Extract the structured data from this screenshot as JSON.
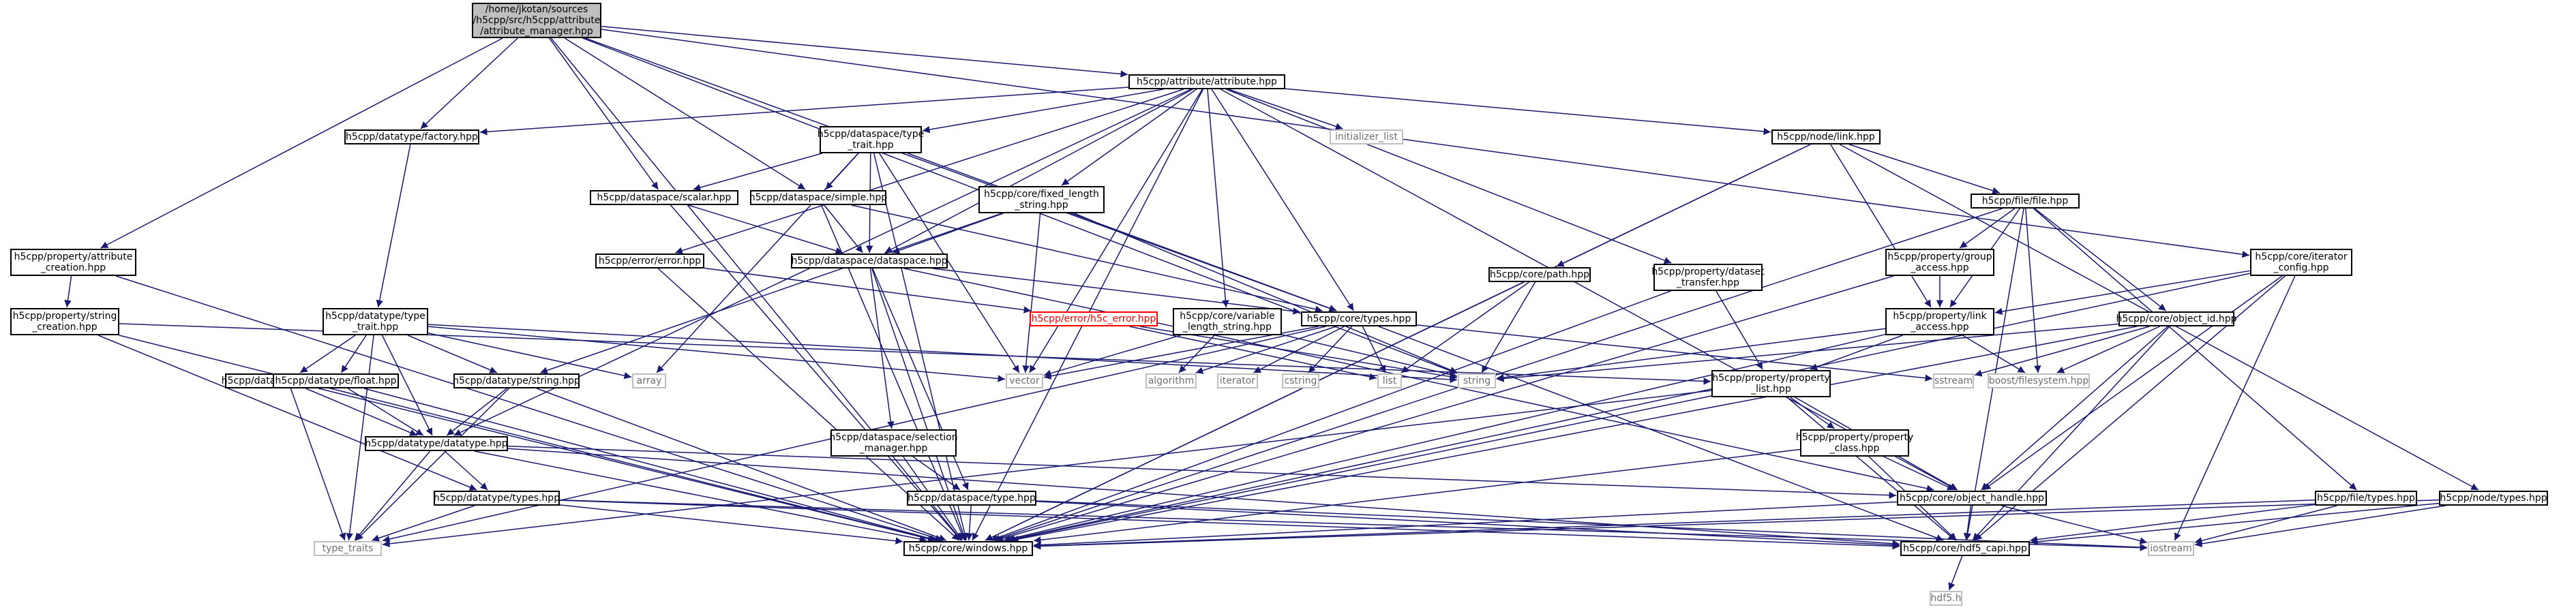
{
  "nodes": [
    {
      "id": "attribute_manager",
      "label": "/home/jkotan/sources\n/h5cpp/src/h5cpp/attribute\n/attribute_manager.hpp",
      "kind": "root"
    },
    {
      "id": "attribute",
      "label": "h5cpp/attribute/attribute.hpp",
      "kind": "link"
    },
    {
      "id": "dt_factory",
      "label": "h5cpp/datatype/factory.hpp",
      "kind": "link"
    },
    {
      "id": "ds_type_trait",
      "label": "h5cpp/dataspace/type\n_trait.hpp",
      "kind": "link"
    },
    {
      "id": "initializer_list",
      "label": "initializer_list",
      "kind": "ext"
    },
    {
      "id": "node_link",
      "label": "h5cpp/node/link.hpp",
      "kind": "link"
    },
    {
      "id": "prop_attr_creation",
      "label": "h5cpp/property/attribute\n_creation.hpp",
      "kind": "link"
    },
    {
      "id": "prop_string_creation",
      "label": "h5cpp/property/string\n_creation.hpp",
      "kind": "link"
    },
    {
      "id": "ds_scalar",
      "label": "h5cpp/dataspace/scalar.hpp",
      "kind": "link"
    },
    {
      "id": "ds_simple",
      "label": "h5cpp/dataspace/simple.hpp",
      "kind": "link"
    },
    {
      "id": "core_fixed_length",
      "label": "h5cpp/core/fixed_length\n_string.hpp",
      "kind": "link"
    },
    {
      "id": "error_error",
      "label": "h5cpp/error/error.hpp",
      "kind": "link"
    },
    {
      "id": "ds_dataspace",
      "label": "h5cpp/dataspace/dataspace.hpp",
      "kind": "link"
    },
    {
      "id": "file_file",
      "label": "h5cpp/file/file.hpp",
      "kind": "link"
    },
    {
      "id": "prop_group_access",
      "label": "h5cpp/property/group\n_access.hpp",
      "kind": "link"
    },
    {
      "id": "core_iterator_config",
      "label": "h5cpp/core/iterator\n_config.hpp",
      "kind": "link"
    },
    {
      "id": "dt_type_trait",
      "label": "h5cpp/datatype/type\n_trait.hpp",
      "kind": "link"
    },
    {
      "id": "h5c_error",
      "label": "h5cpp/error/h5c_error.hpp",
      "kind": "err"
    },
    {
      "id": "core_variable_length",
      "label": "h5cpp/core/variable\n_length_string.hpp",
      "kind": "link"
    },
    {
      "id": "core_types",
      "label": "h5cpp/core/types.hpp",
      "kind": "link"
    },
    {
      "id": "core_path",
      "label": "h5cpp/core/path.hpp",
      "kind": "link"
    },
    {
      "id": "prop_dataset_transfer",
      "label": "h5cpp/property/dataset\n_transfer.hpp",
      "kind": "link"
    },
    {
      "id": "prop_link_access",
      "label": "h5cpp/property/link\n_access.hpp",
      "kind": "link"
    },
    {
      "id": "core_object_id",
      "label": "h5cpp/core/object_id.hpp",
      "kind": "link"
    },
    {
      "id": "dt_integer",
      "label": "h5cpp/datatype/integer.hpp",
      "kind": "link"
    },
    {
      "id": "dt_float",
      "label": "h5cpp/datatype/float.hpp",
      "kind": "link"
    },
    {
      "id": "dt_string",
      "label": "h5cpp/datatype/string.hpp",
      "kind": "link"
    },
    {
      "id": "array",
      "label": "array",
      "kind": "ext"
    },
    {
      "id": "vector",
      "label": "vector",
      "kind": "ext"
    },
    {
      "id": "algorithm",
      "label": "algorithm",
      "kind": "ext"
    },
    {
      "id": "iterator",
      "label": "iterator",
      "kind": "ext"
    },
    {
      "id": "cstring",
      "label": "cstring",
      "kind": "ext"
    },
    {
      "id": "list",
      "label": "list",
      "kind": "ext"
    },
    {
      "id": "string",
      "label": "string",
      "kind": "ext"
    },
    {
      "id": "sstream",
      "label": "sstream",
      "kind": "ext"
    },
    {
      "id": "boost_filesystem",
      "label": "boost/filesystem.hpp",
      "kind": "ext"
    },
    {
      "id": "prop_property_list",
      "label": "h5cpp/property/property\n_list.hpp",
      "kind": "link"
    },
    {
      "id": "dt_datatype",
      "label": "h5cpp/datatype/datatype.hpp",
      "kind": "link"
    },
    {
      "id": "ds_selection_manager",
      "label": "h5cpp/dataspace/selection\n_manager.hpp",
      "kind": "link"
    },
    {
      "id": "prop_property_class",
      "label": "h5cpp/property/property\n_class.hpp",
      "kind": "link"
    },
    {
      "id": "dt_types",
      "label": "h5cpp/datatype/types.hpp",
      "kind": "link"
    },
    {
      "id": "ds_type",
      "label": "h5cpp/dataspace/type.hpp",
      "kind": "link"
    },
    {
      "id": "core_object_handle",
      "label": "h5cpp/core/object_handle.hpp",
      "kind": "link"
    },
    {
      "id": "file_types",
      "label": "h5cpp/file/types.hpp",
      "kind": "link"
    },
    {
      "id": "node_types",
      "label": "h5cpp/node/types.hpp",
      "kind": "link"
    },
    {
      "id": "type_traits",
      "label": "type_traits",
      "kind": "ext"
    },
    {
      "id": "core_windows",
      "label": "h5cpp/core/windows.hpp",
      "kind": "link"
    },
    {
      "id": "core_hdf5_capi",
      "label": "h5cpp/core/hdf5_capi.hpp",
      "kind": "link"
    },
    {
      "id": "iostream",
      "label": "iostream",
      "kind": "ext"
    },
    {
      "id": "hdf5_h",
      "label": "hdf5.h",
      "kind": "ext"
    }
  ],
  "edges": [
    [
      "attribute_manager",
      "attribute"
    ],
    [
      "attribute_manager",
      "dt_factory"
    ],
    [
      "attribute_manager",
      "prop_attr_creation"
    ],
    [
      "attribute_manager",
      "ds_scalar"
    ],
    [
      "attribute_manager",
      "ds_simple"
    ],
    [
      "attribute_manager",
      "core_types"
    ],
    [
      "attribute_manager",
      "core_iterator_config"
    ],
    [
      "attribute_manager",
      "string"
    ],
    [
      "attribute_manager",
      "core_windows"
    ],
    [
      "attribute",
      "dt_factory"
    ],
    [
      "attribute",
      "ds_type_trait"
    ],
    [
      "attribute",
      "initializer_list"
    ],
    [
      "attribute",
      "node_link"
    ],
    [
      "attribute",
      "ds_dataspace"
    ],
    [
      "attribute",
      "core_fixed_length"
    ],
    [
      "attribute",
      "core_variable_length"
    ],
    [
      "attribute",
      "core_types"
    ],
    [
      "attribute",
      "prop_dataset_transfer"
    ],
    [
      "attribute",
      "error_error"
    ],
    [
      "attribute",
      "vector"
    ],
    [
      "attribute",
      "dt_datatype"
    ],
    [
      "attribute",
      "core_object_handle"
    ],
    [
      "attribute",
      "core_windows"
    ],
    [
      "dt_factory",
      "dt_type_trait"
    ],
    [
      "ds_type_trait",
      "ds_scalar"
    ],
    [
      "ds_type_trait",
      "ds_simple"
    ],
    [
      "ds_type_trait",
      "ds_dataspace"
    ],
    [
      "ds_type_trait",
      "core_types"
    ],
    [
      "ds_type_trait",
      "array"
    ],
    [
      "ds_type_trait",
      "vector"
    ],
    [
      "ds_type_trait",
      "core_windows"
    ],
    [
      "node_link",
      "core_path"
    ],
    [
      "node_link",
      "file_file"
    ],
    [
      "node_link",
      "prop_link_access"
    ],
    [
      "node_link",
      "node_types"
    ],
    [
      "node_link",
      "core_windows"
    ],
    [
      "prop_attr_creation",
      "prop_string_creation"
    ],
    [
      "prop_attr_creation",
      "core_windows"
    ],
    [
      "prop_string_creation",
      "dt_types"
    ],
    [
      "prop_string_creation",
      "prop_property_list"
    ],
    [
      "prop_string_creation",
      "core_windows"
    ],
    [
      "ds_scalar",
      "ds_dataspace"
    ],
    [
      "ds_scalar",
      "core_windows"
    ],
    [
      "ds_simple",
      "ds_dataspace"
    ],
    [
      "ds_simple",
      "core_types"
    ],
    [
      "ds_simple",
      "core_windows"
    ],
    [
      "core_fixed_length",
      "ds_dataspace"
    ],
    [
      "core_fixed_length",
      "dt_string"
    ],
    [
      "core_fixed_length",
      "vector"
    ],
    [
      "core_fixed_length",
      "string"
    ],
    [
      "error_error",
      "h5c_error"
    ],
    [
      "error_error",
      "core_windows"
    ],
    [
      "ds_dataspace",
      "core_types"
    ],
    [
      "ds_dataspace",
      "ds_selection_manager"
    ],
    [
      "ds_dataspace",
      "ds_type"
    ],
    [
      "ds_dataspace",
      "core_object_handle"
    ],
    [
      "ds_dataspace",
      "core_windows"
    ],
    [
      "file_file",
      "prop_group_access"
    ],
    [
      "file_file",
      "prop_link_access"
    ],
    [
      "file_file",
      "core_object_id"
    ],
    [
      "file_file",
      "boost_filesystem"
    ],
    [
      "file_file",
      "file_types"
    ],
    [
      "file_file",
      "core_hdf5_capi"
    ],
    [
      "file_file",
      "core_windows"
    ],
    [
      "prop_group_access",
      "prop_link_access"
    ],
    [
      "prop_group_access",
      "core_windows"
    ],
    [
      "core_iterator_config",
      "prop_link_access"
    ],
    [
      "core_iterator_config",
      "core_object_handle"
    ],
    [
      "core_iterator_config",
      "core_hdf5_capi"
    ],
    [
      "core_iterator_config",
      "iostream"
    ],
    [
      "core_iterator_config",
      "core_windows"
    ],
    [
      "dt_type_trait",
      "dt_integer"
    ],
    [
      "dt_type_trait",
      "dt_float"
    ],
    [
      "dt_type_trait",
      "dt_string"
    ],
    [
      "dt_type_trait",
      "dt_datatype"
    ],
    [
      "dt_type_trait",
      "array"
    ],
    [
      "dt_type_trait",
      "vector"
    ],
    [
      "dt_type_trait",
      "string"
    ],
    [
      "dt_type_trait",
      "type_traits"
    ],
    [
      "h5c_error",
      "list"
    ],
    [
      "h5c_error",
      "string"
    ],
    [
      "core_variable_length",
      "vector"
    ],
    [
      "core_variable_length",
      "algorithm"
    ],
    [
      "core_variable_length",
      "string"
    ],
    [
      "core_types",
      "vector"
    ],
    [
      "core_types",
      "algorithm"
    ],
    [
      "core_types",
      "iterator"
    ],
    [
      "core_types",
      "cstring"
    ],
    [
      "core_types",
      "list"
    ],
    [
      "core_types",
      "sstream"
    ],
    [
      "core_types",
      "core_hdf5_capi"
    ],
    [
      "core_types",
      "type_traits"
    ],
    [
      "core_path",
      "list"
    ],
    [
      "core_path",
      "string"
    ],
    [
      "core_path",
      "core_windows"
    ],
    [
      "prop_dataset_transfer",
      "prop_property_list"
    ],
    [
      "prop_dataset_transfer",
      "core_windows"
    ],
    [
      "prop_link_access",
      "prop_property_list"
    ],
    [
      "prop_link_access",
      "boost_filesystem"
    ],
    [
      "prop_link_access",
      "string"
    ],
    [
      "prop_link_access",
      "core_windows"
    ],
    [
      "core_object_id",
      "boost_filesystem"
    ],
    [
      "core_object_id",
      "sstream"
    ],
    [
      "core_object_id",
      "string"
    ],
    [
      "core_object_id",
      "core_object_handle"
    ],
    [
      "core_object_id",
      "core_hdf5_capi"
    ],
    [
      "core_object_id",
      "core_windows"
    ],
    [
      "dt_integer",
      "dt_datatype"
    ],
    [
      "dt_integer",
      "type_traits"
    ],
    [
      "dt_integer",
      "core_windows"
    ],
    [
      "dt_float",
      "dt_datatype"
    ],
    [
      "dt_float",
      "core_windows"
    ],
    [
      "dt_string",
      "dt_datatype"
    ],
    [
      "dt_string",
      "type_traits"
    ],
    [
      "dt_string",
      "core_windows"
    ],
    [
      "prop_property_list",
      "prop_property_class"
    ],
    [
      "prop_property_list",
      "core_object_handle"
    ],
    [
      "prop_property_list",
      "core_hdf5_capi"
    ],
    [
      "prop_property_list",
      "type_traits"
    ],
    [
      "prop_property_list",
      "core_windows"
    ],
    [
      "dt_datatype",
      "dt_types"
    ],
    [
      "dt_datatype",
      "core_object_handle"
    ],
    [
      "dt_datatype",
      "core_hdf5_capi"
    ],
    [
      "dt_datatype",
      "type_traits"
    ],
    [
      "dt_datatype",
      "core_windows"
    ],
    [
      "ds_selection_manager",
      "ds_type"
    ],
    [
      "ds_selection_manager",
      "core_windows"
    ],
    [
      "prop_property_class",
      "core_object_handle"
    ],
    [
      "prop_property_class",
      "core_hdf5_capi"
    ],
    [
      "prop_property_class",
      "core_windows"
    ],
    [
      "dt_types",
      "core_hdf5_capi"
    ],
    [
      "dt_types",
      "iostream"
    ],
    [
      "dt_types",
      "type_traits"
    ],
    [
      "dt_types",
      "core_windows"
    ],
    [
      "ds_type",
      "core_hdf5_capi"
    ],
    [
      "ds_type",
      "iostream"
    ],
    [
      "ds_type",
      "core_windows"
    ],
    [
      "core_object_handle",
      "core_hdf5_capi"
    ],
    [
      "core_object_handle",
      "iostream"
    ],
    [
      "core_object_handle",
      "core_windows"
    ],
    [
      "file_types",
      "core_hdf5_capi"
    ],
    [
      "file_types",
      "iostream"
    ],
    [
      "file_types",
      "core_windows"
    ],
    [
      "node_types",
      "core_hdf5_capi"
    ],
    [
      "node_types",
      "iostream"
    ],
    [
      "node_types",
      "core_windows"
    ],
    [
      "core_hdf5_capi",
      "hdf5_h"
    ]
  ],
  "colors": {
    "edge": "#191970",
    "node_border": "#000000",
    "root_fill": "#bfbfbf",
    "external_border": "#bfbfbf",
    "external_text": "#6f6f6f",
    "error_border": "#ff0000"
  }
}
